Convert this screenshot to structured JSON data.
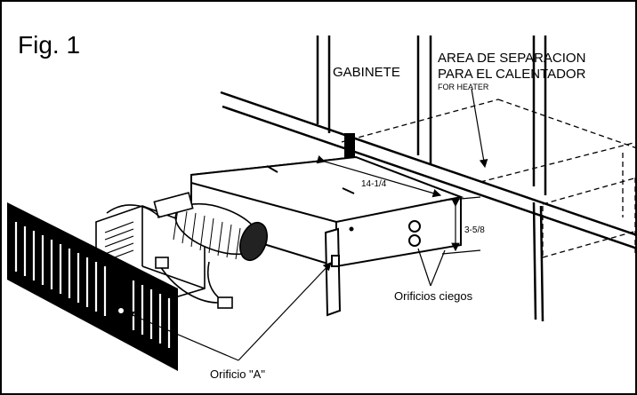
{
  "figure": {
    "title": "Fig. 1",
    "labels": {
      "cabinet": "GABINETE",
      "heater_area_line1": "AREA DE SEPARACION",
      "heater_area_line2": "PARA EL CALENTADOR",
      "heater_area_overlay": "FOR HEATER",
      "dim_depth": "14-1/4",
      "dim_height": "3-5/8",
      "knockouts": "Orificios ciegos",
      "hole_a": "Orificio \"A\""
    }
  }
}
